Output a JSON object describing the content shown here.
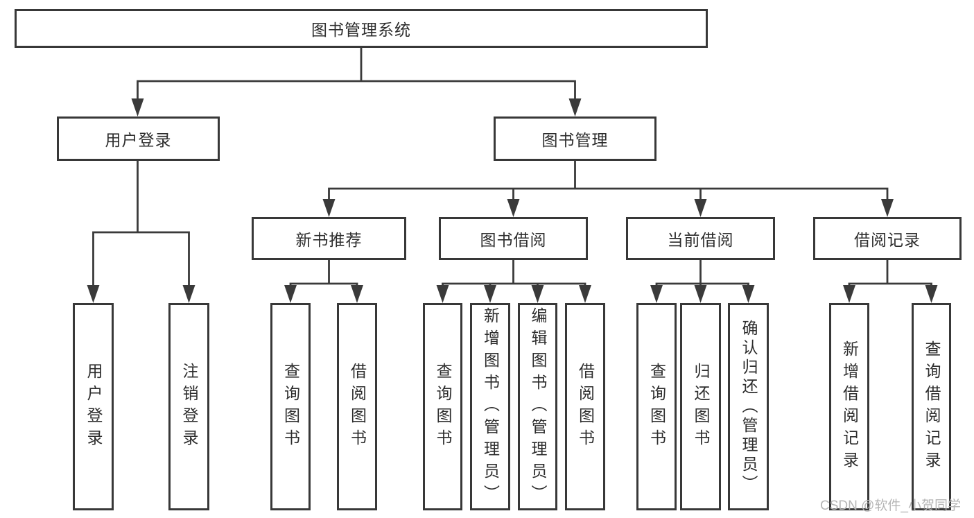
{
  "tree": {
    "root": "图书管理系统",
    "children": [
      {
        "label": "用户登录",
        "children": [
          "用户登录",
          "注销登录"
        ]
      },
      {
        "label": "图书管理",
        "children": [
          {
            "label": "新书推荐",
            "children": [
              "查询图书",
              "借阅图书"
            ]
          },
          {
            "label": "图书借阅",
            "children": [
              "查询图书",
              "新增图书（管理员）",
              "编辑图书（管理员）",
              "借阅图书"
            ]
          },
          {
            "label": "当前借阅",
            "children": [
              "查询图书",
              "归还图书",
              "确认归还（管理员）"
            ]
          },
          {
            "label": "借阅记录",
            "children": [
              "新增借阅记录",
              "查询借阅记录"
            ]
          }
        ]
      }
    ]
  },
  "watermark": {
    "text": "CSDN @软件_小贺同学"
  },
  "colors": {
    "line": "#3a3a3a",
    "box_border": "#383838",
    "text": "#2d2d2d",
    "watermark": "#b5b5b5",
    "background": "#ffffff"
  }
}
